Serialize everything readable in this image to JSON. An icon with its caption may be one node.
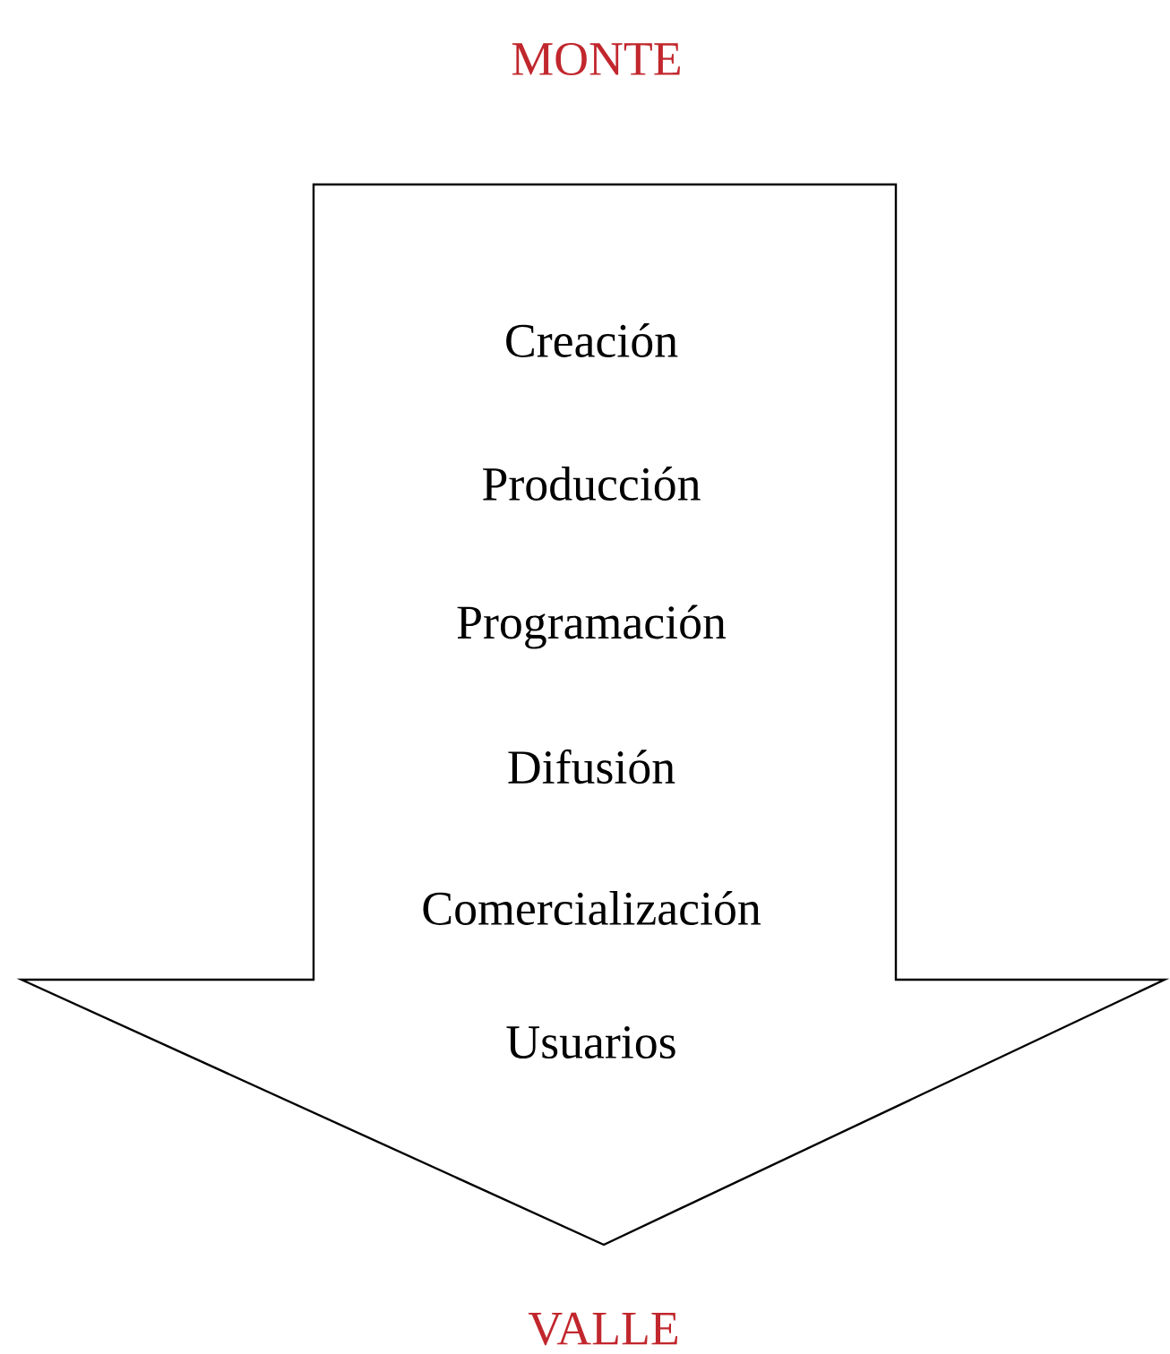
{
  "diagram": {
    "nodes": [
      {
        "text": [
          "Creación",
          "Producción",
          "Programación",
          "Difusión",
          "Comercialización",
          "Usuarios"
        ]
      }
    ],
    "labels": [
      "MONTE",
      "VALLE"
    ]
  }
}
